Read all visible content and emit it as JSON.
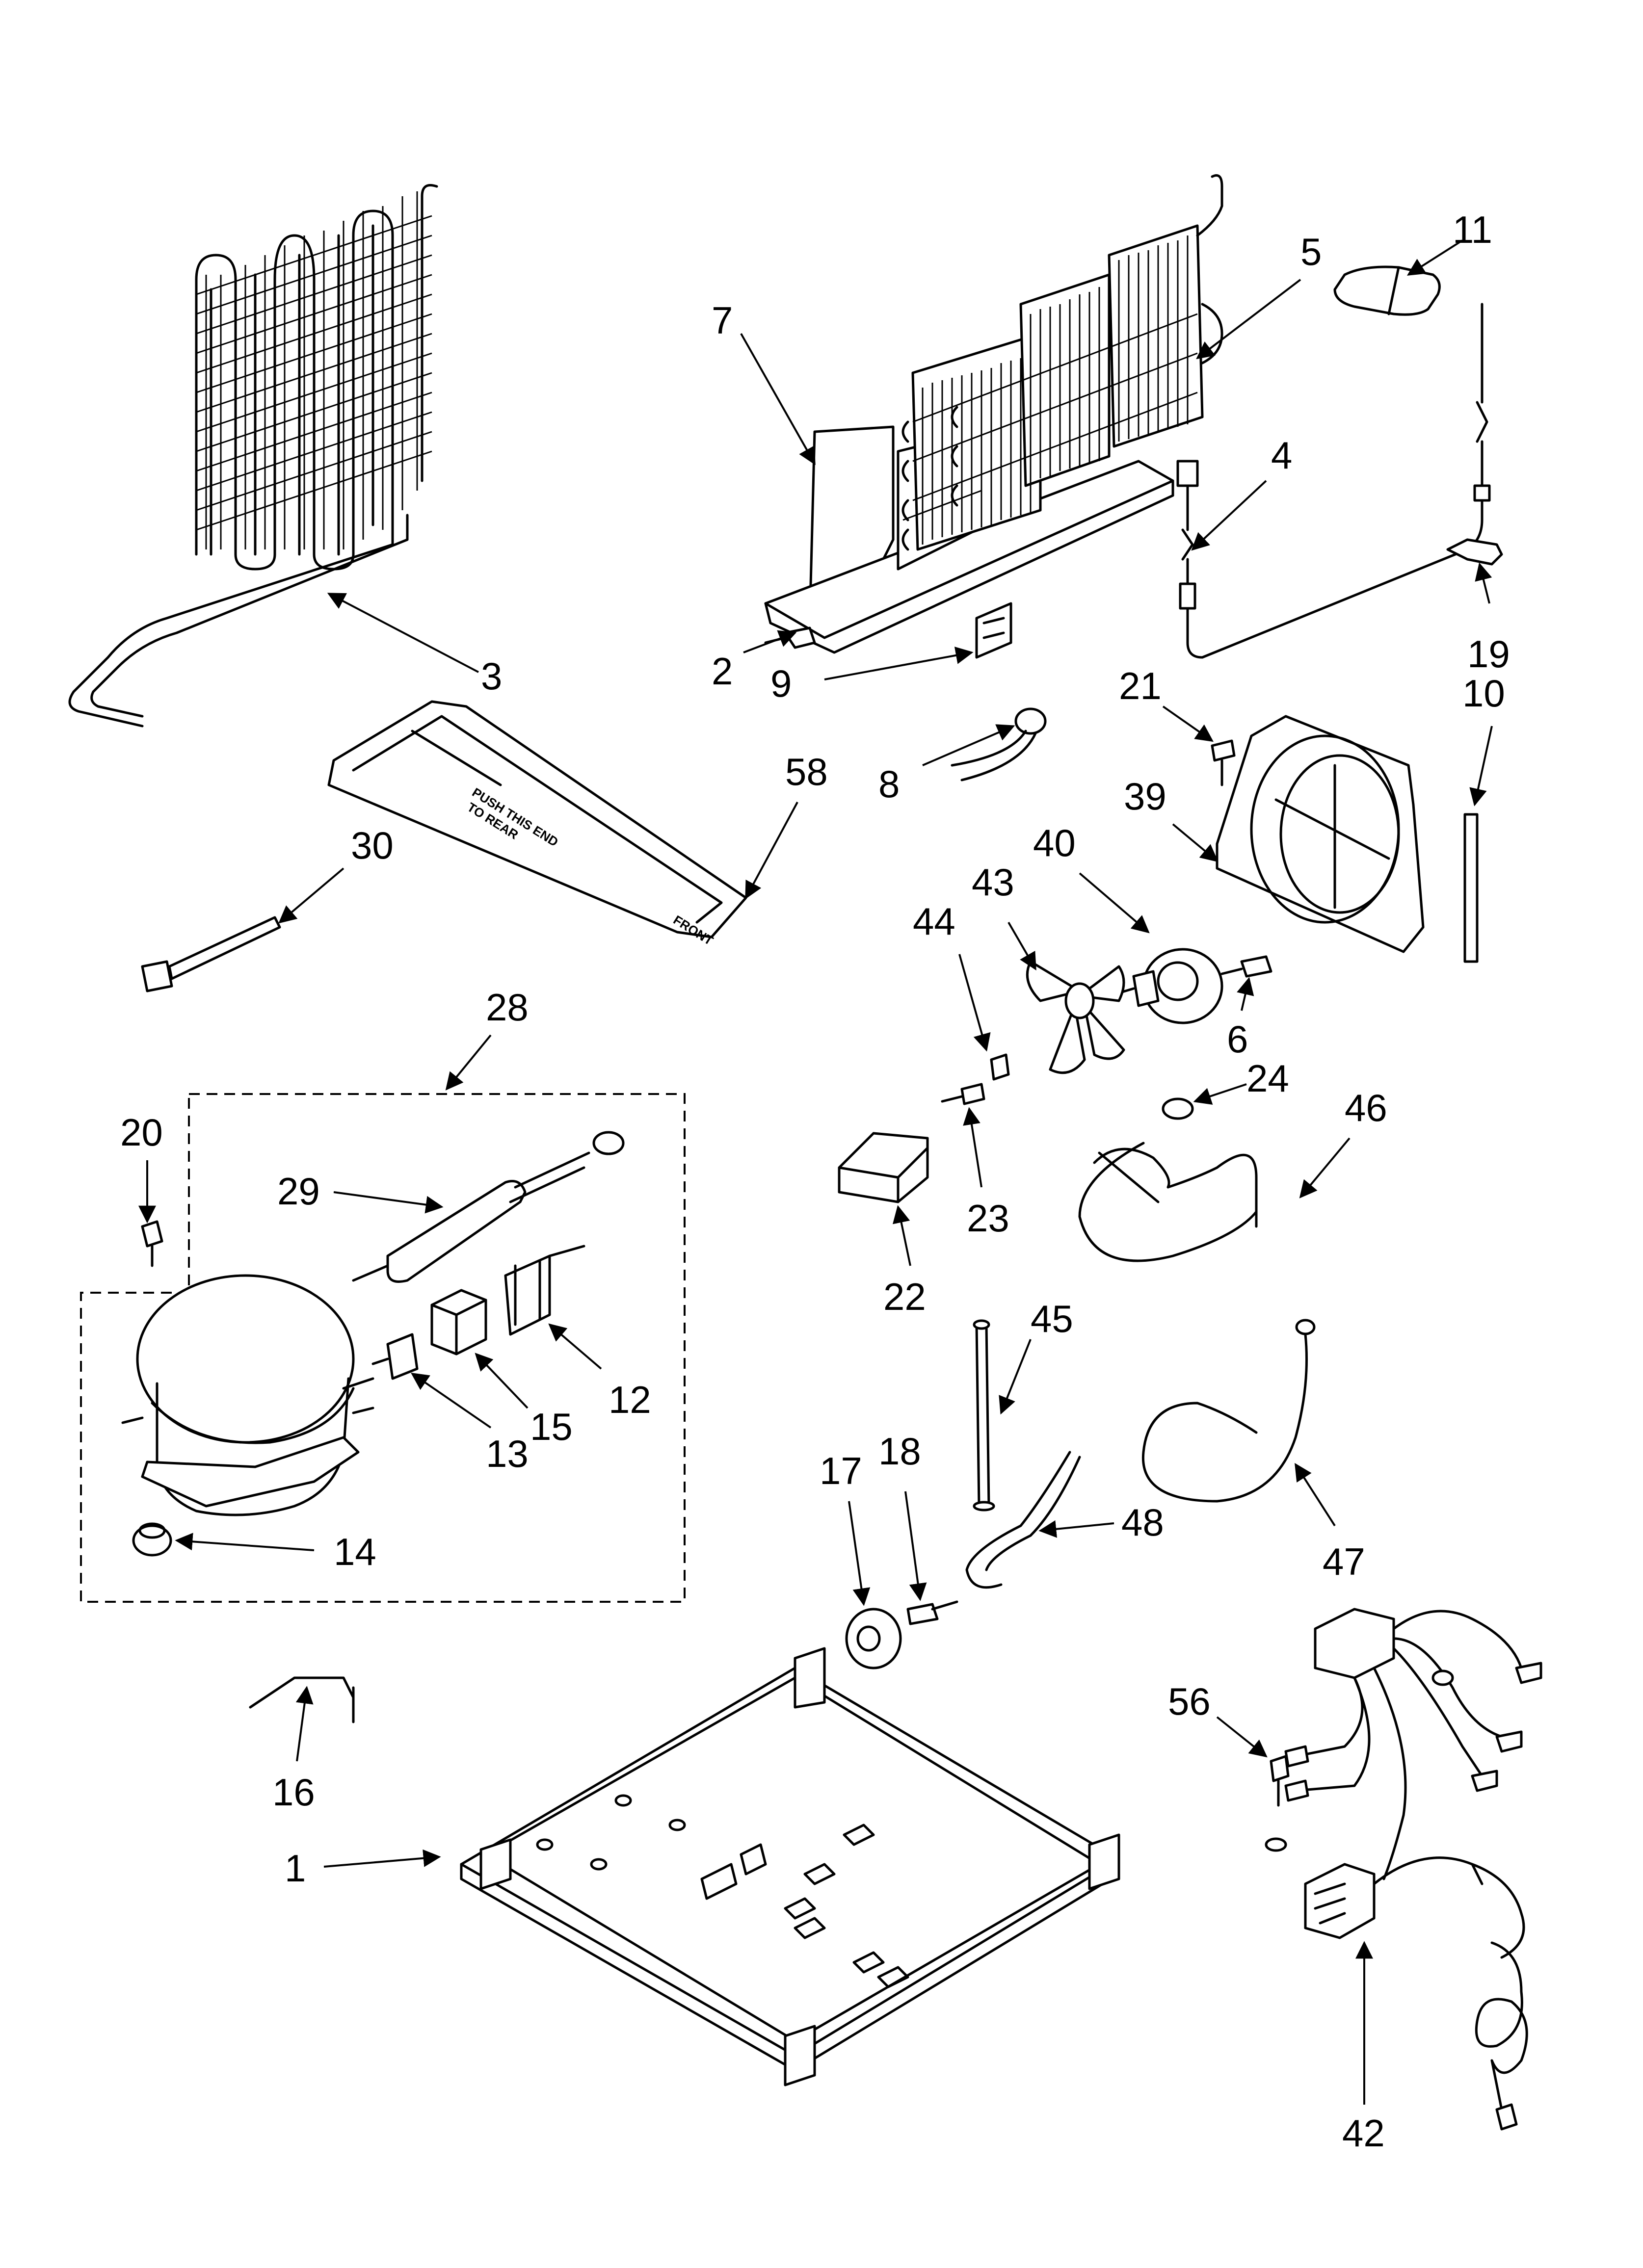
{
  "labels": {
    "p1": "1",
    "p2": "2",
    "p3": "3",
    "p4": "4",
    "p5": "5",
    "p6": "6",
    "p7": "7",
    "p8": "8",
    "p9": "9",
    "p10": "10",
    "p11": "11",
    "p12": "12",
    "p13": "13",
    "p14": "14",
    "p15": "15",
    "p16": "16",
    "p17": "17",
    "p18": "18",
    "p19": "19",
    "p20": "20",
    "p21": "21",
    "p22": "22",
    "p23": "23",
    "p24": "24",
    "p28": "28",
    "p29": "29",
    "p30": "30",
    "p39": "39",
    "p40": "40",
    "p42": "42",
    "p43": "43",
    "p44": "44",
    "p45": "45",
    "p46": "46",
    "p47": "47",
    "p48": "48",
    "p56": "56",
    "p58": "58"
  },
  "stamps": {
    "tray_push_1": "PUSH THIS END",
    "tray_push_2": "TO REAR",
    "tray_front": "FRONT"
  }
}
